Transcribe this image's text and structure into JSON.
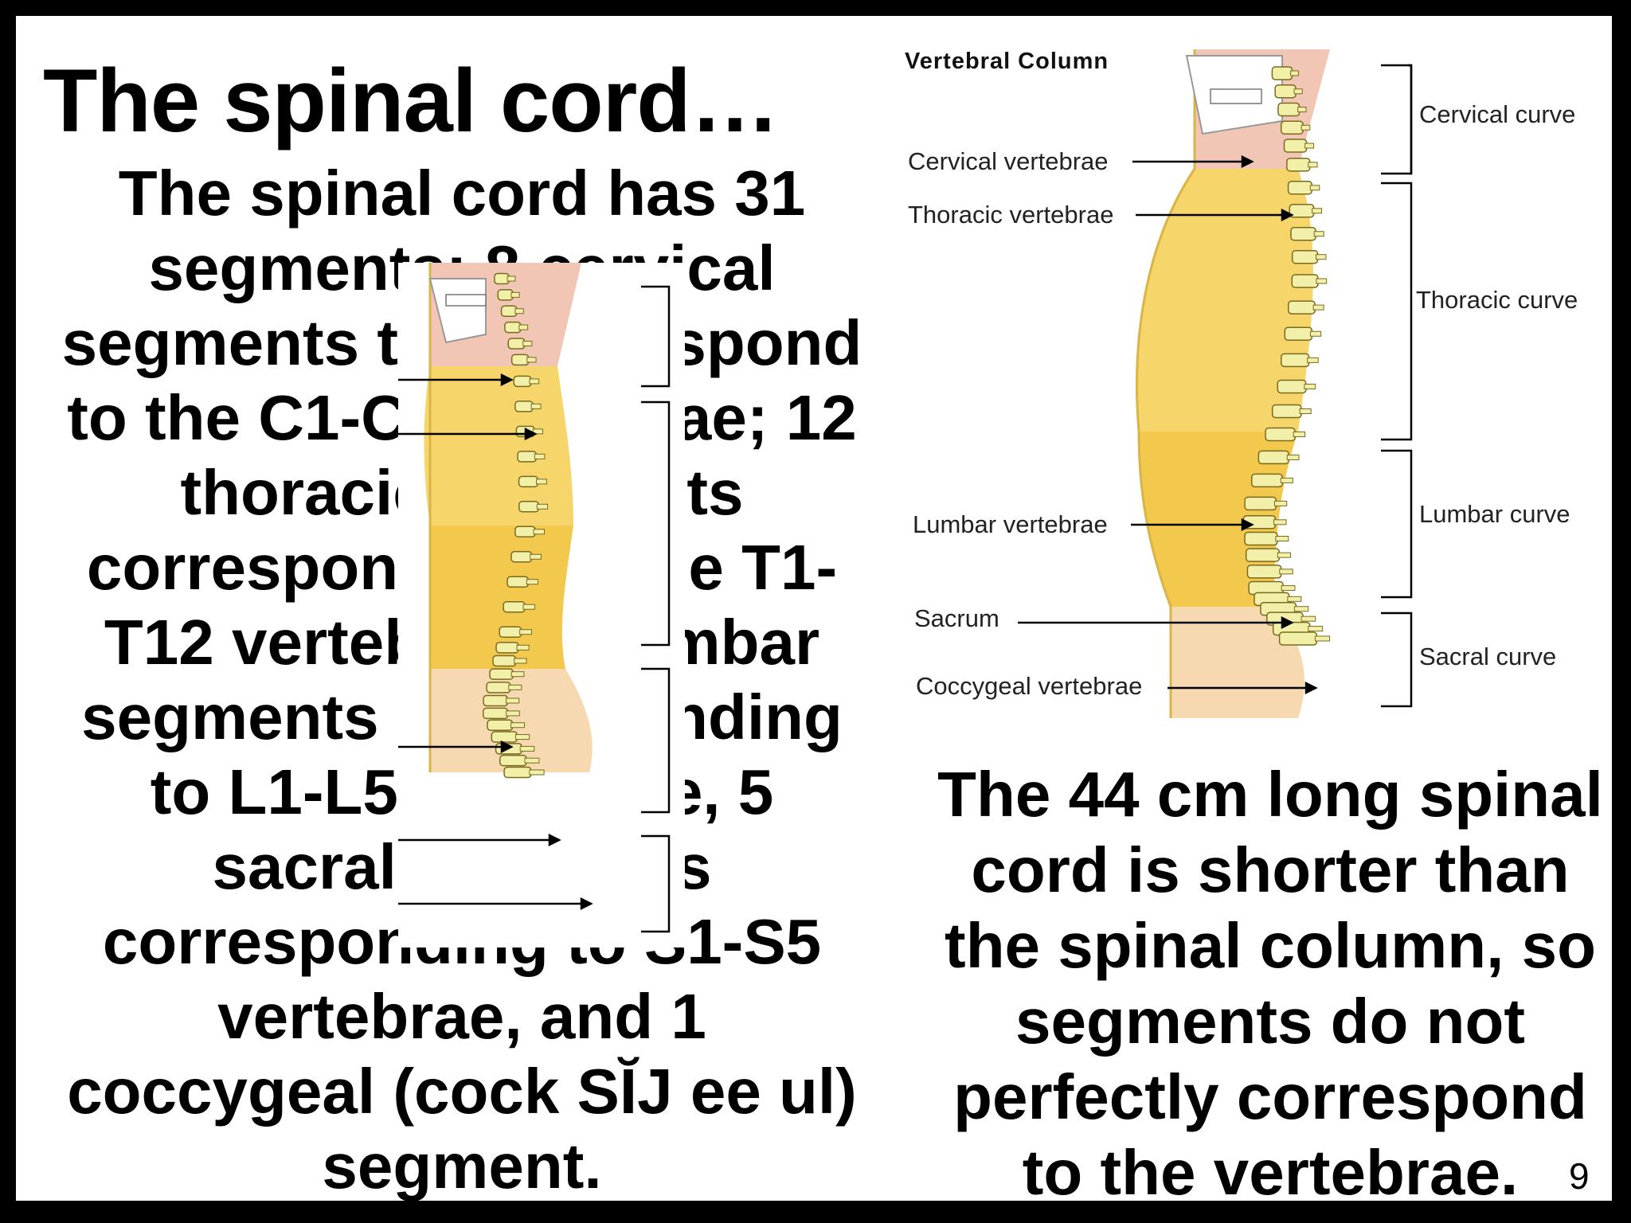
{
  "slide": {
    "title": "The spinal cord…",
    "left_paragraph": [
      "The spinal cord has 31",
      "segments:  8 cervical",
      "segments that correspond",
      "to the C1-C8 vertebrae;  12",
      "thoracic segments",
      "corresponding to the T1-",
      "T12 vertebrae, 5 lumbar",
      "segments corresponding",
      "to L1-L5 vertebrae, 5",
      "sacral segments",
      "corresponding to S1-S5",
      "vertebrae, and 1",
      "coccygeal (cock SĬJ ee ul)",
      "segment."
    ],
    "right_paragraph": [
      "The 44 cm long spinal",
      "cord is shorter than",
      "the spinal column, so",
      "segments do not",
      "perfectly correspond",
      "to the vertebrae."
    ],
    "page_number": "9"
  },
  "diagram": {
    "title": "Vertebral Column",
    "vertebrae_labels": {
      "cervical": "Cervical vertebrae",
      "thoracic": "Thoracic vertebrae",
      "lumbar": "Lumbar vertebrae",
      "sacrum": "Sacrum",
      "coccygeal": "Coccygeal vertebrae"
    },
    "curve_labels": {
      "cervical": "Cervical curve",
      "thoracic": "Thoracic curve",
      "lumbar": "Lumbar curve",
      "sacral": "Sacral curve"
    }
  },
  "colors": {
    "cervical_region": "#f2c6b4",
    "thoracic_region": "#f6d56a",
    "lumbar_region": "#f2c94c",
    "sacral_region": "#f6d9b0",
    "body_outline": "#d9b448",
    "vertebra_fill": "#f2f0a8",
    "vertebra_stroke": "#7a6a20"
  }
}
